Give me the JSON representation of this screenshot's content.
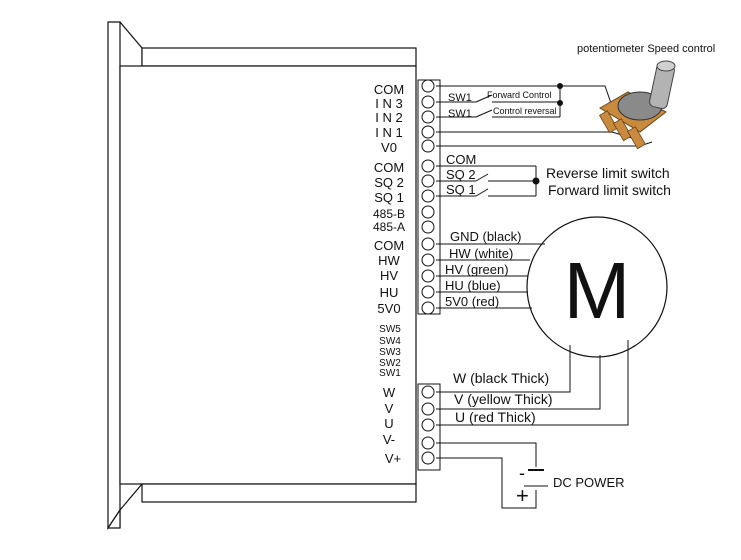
{
  "potentiometer": {
    "label": "potentiometer Speed control"
  },
  "control_terminals": [
    "COM",
    "I N 3",
    "I N 2",
    "I N 1",
    "V0"
  ],
  "limit_terminals": [
    "COM",
    "SQ 2",
    "SQ 1"
  ],
  "rs485_terminals": [
    "485-B",
    "485-A"
  ],
  "hall_terminals": [
    "COM",
    "HW",
    "HV",
    "HU",
    "5V0"
  ],
  "dip_switches": [
    "SW5",
    "SW4",
    "SW3",
    "SW2",
    "SW1"
  ],
  "phase_terminals": [
    "W",
    "V",
    "U"
  ],
  "power_terminals": [
    "V-",
    "V+"
  ],
  "switch_labels": {
    "sw1_forward": "SW1",
    "forward_control": "Forward Control",
    "sw1_reverse": "SW1",
    "control_reversal": "Control reversal"
  },
  "limit_wires": {
    "com": "COM",
    "sq2": "SQ 2",
    "sq1": "SQ 1"
  },
  "limit_switch_labels": {
    "reverse": "Reverse limit switch",
    "forward": "Forward limit switch"
  },
  "hall_wires": [
    "GND (black)",
    "HW (white)",
    "HV (green)",
    "HU (blue)",
    "5V0 (red)"
  ],
  "phase_wires": [
    "W (black Thick)",
    "V  (yellow Thick)",
    "U  (red Thick)"
  ],
  "motor": {
    "label": "M"
  },
  "power": {
    "label": "DC POWER",
    "minus": "-",
    "plus": "+"
  },
  "colors": {
    "line": "#111111",
    "background": "#ffffff",
    "knob": "#a8a8a8",
    "knob_base": "#c98a3e"
  }
}
